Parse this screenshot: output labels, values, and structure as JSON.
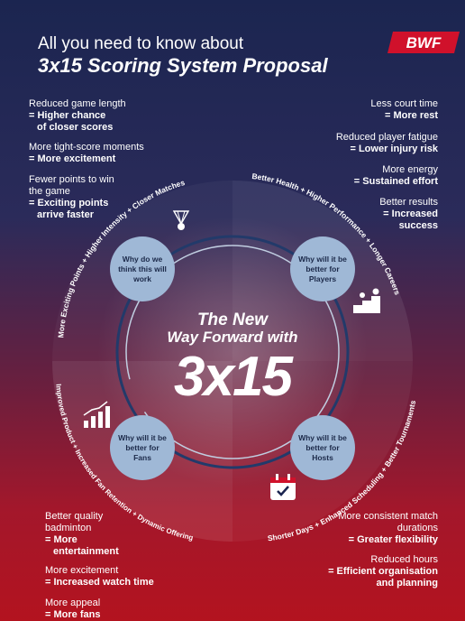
{
  "header": {
    "title_line1": "All you need to know about",
    "title_line2": "3x15 Scoring System Proposal",
    "logo_text": "BWF"
  },
  "left_top": [
    {
      "line": "Reduced game length",
      "bold": [
        "= Higher chance",
        "of closer scores"
      ]
    },
    {
      "line": "More tight-score moments",
      "bold": [
        "= More excitement"
      ]
    },
    {
      "line": "Fewer points to win the game",
      "bold": [
        "= Exciting points",
        "arrive faster"
      ]
    }
  ],
  "right_top": [
    {
      "line": "Less court time",
      "bold": [
        "= More rest"
      ]
    },
    {
      "line": "Reduced player fatigue",
      "bold": [
        "= Lower injury risk"
      ]
    },
    {
      "line": "More energy",
      "bold": [
        "= Sustained effort"
      ]
    },
    {
      "line": "Better results",
      "bold": [
        "= Increased",
        "success"
      ]
    }
  ],
  "left_bottom": [
    {
      "line": "Better quality badminton",
      "bold": [
        "= More",
        "entertainment"
      ]
    },
    {
      "line": "More excitement",
      "bold": [
        "= Increased watch time"
      ]
    },
    {
      "line": "More appeal",
      "bold": [
        "= More fans"
      ]
    }
  ],
  "right_bottom": [
    {
      "line": "More consistent match durations",
      "bold": [
        "= Greater flexibility"
      ]
    },
    {
      "line": "Reduced hours",
      "bold": [
        "= Efficient organisation",
        "and planning"
      ]
    }
  ],
  "center": {
    "line1": "The New",
    "line2": "Way Forward with",
    "big": "3x15"
  },
  "bubbles": {
    "top_left": "Why do we think this will work",
    "top_right": "Why will it be better for Players",
    "bottom_left": "Why will it be better for Fans",
    "bottom_right": "Why will it be better for Hosts"
  },
  "arc_labels": {
    "top_left": "More Exciting Points + Higher Intensity + Closer Matches",
    "top_right": "Better Health + Higher Performance + Longer Careers",
    "bottom_left": "Improved Product + Increased Fan Retention + Dynamic Offering",
    "bottom_right": "Shorter Days + Enhanced Scheduling + Better Tournaments"
  },
  "colors": {
    "bubble": "#9fb8d6",
    "accent_red": "#d0112b"
  },
  "icons": [
    "shuttlecock-icon",
    "podium-icon",
    "growth-chart-icon",
    "calendar-check-icon"
  ]
}
